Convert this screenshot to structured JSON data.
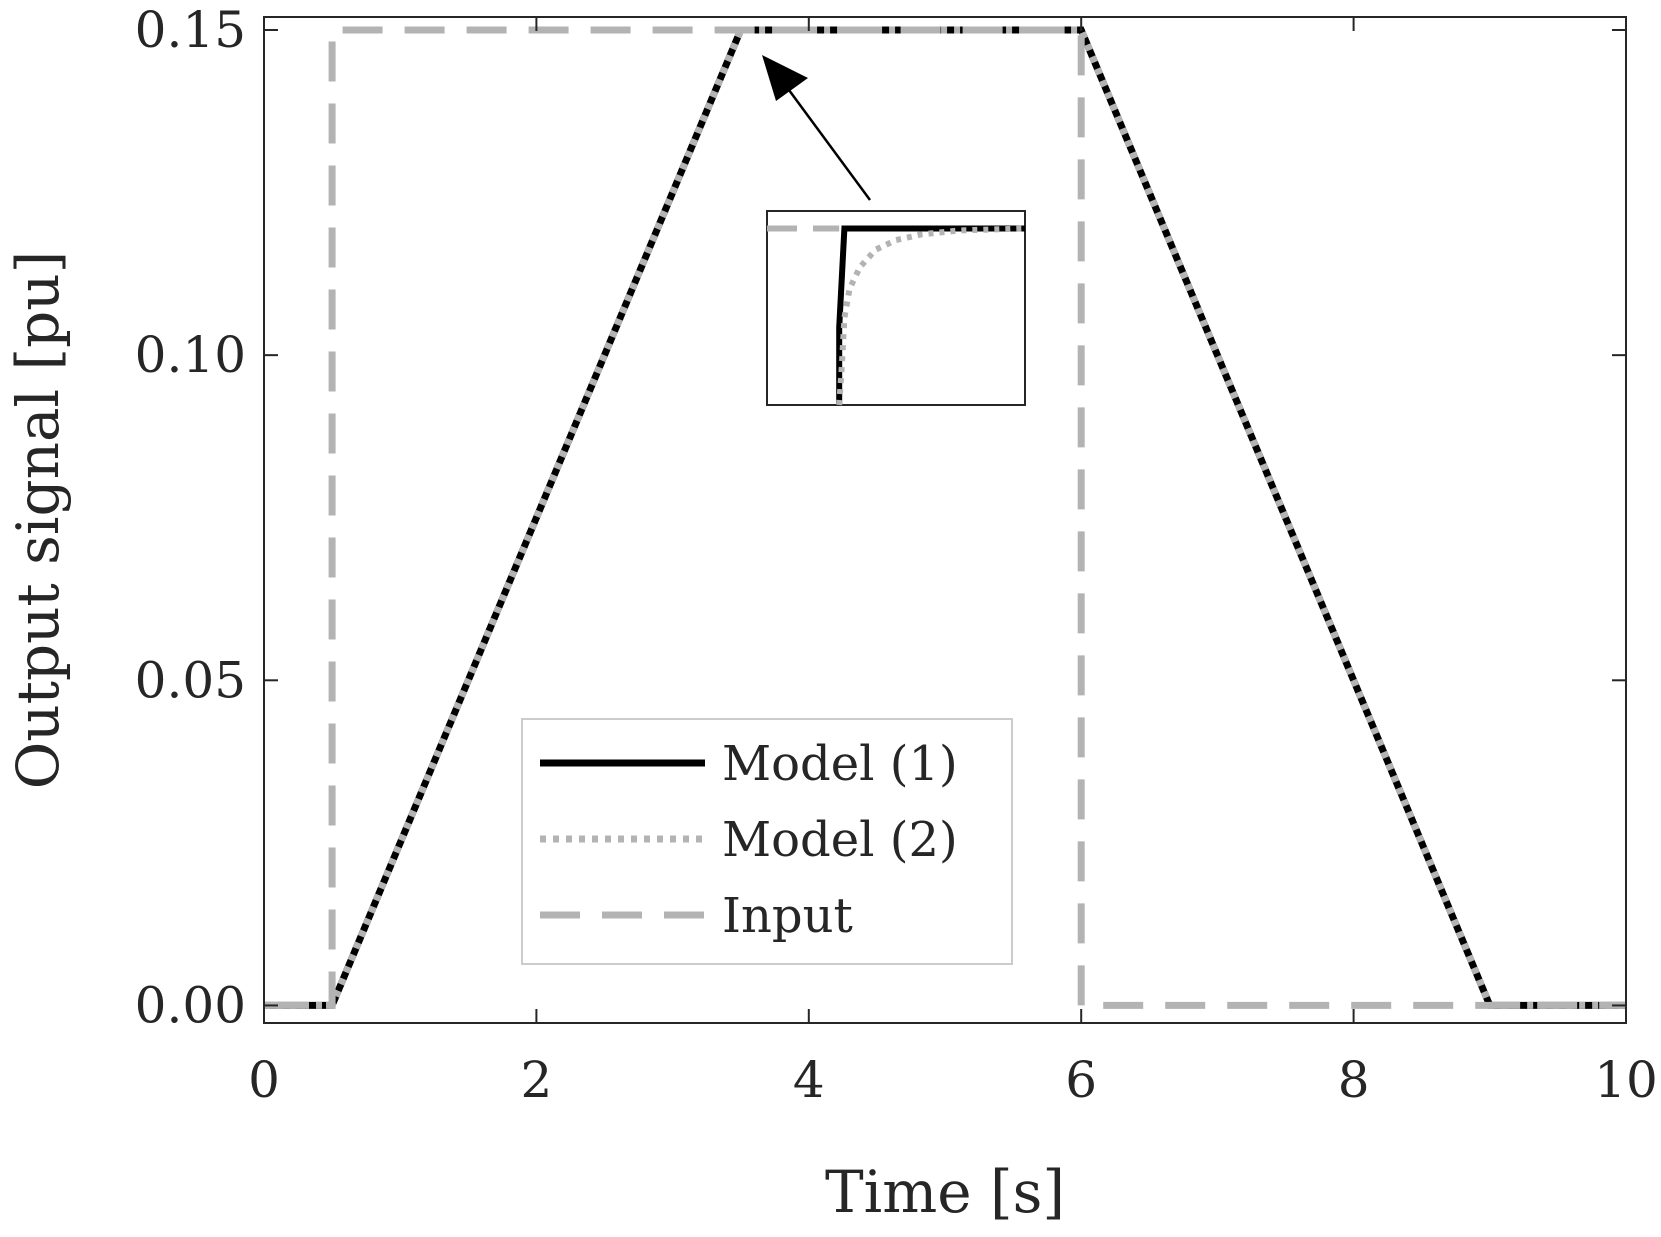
{
  "chart_data": {
    "type": "line",
    "xlabel": "Time [s]",
    "ylabel": "Output signal [pu]",
    "xlim": [
      0,
      10
    ],
    "ylim": [
      -0.0027,
      0.152
    ],
    "x_ticks": [
      0,
      2,
      4,
      6,
      8,
      10
    ],
    "x_tick_labels": [
      "0",
      "2",
      "4",
      "6",
      "8",
      "10"
    ],
    "y_ticks": [
      0.0,
      0.05,
      0.1,
      0.15
    ],
    "y_tick_labels": [
      "0.00",
      "0.05",
      "0.10",
      "0.15"
    ],
    "grid": false,
    "legend_position": "bottom-center",
    "series": [
      {
        "name": "Model (1)",
        "color": "#000000",
        "style": "solid",
        "x": [
          0,
          0.5,
          3.5,
          6.0,
          9.0,
          10
        ],
        "y": [
          0,
          0,
          0.15,
          0.15,
          0,
          0
        ]
      },
      {
        "name": "Model (2)",
        "color": "#b3b3b3",
        "style": "dotted",
        "x": [
          0,
          0.5,
          3.5,
          6.0,
          9.0,
          10
        ],
        "y": [
          0,
          0,
          0.15,
          0.15,
          0,
          0
        ]
      },
      {
        "name": "Input",
        "color": "#b3b3b3",
        "style": "dashed",
        "x": [
          0,
          0.5,
          0.5,
          6.0,
          6.0,
          10
        ],
        "y": [
          0,
          0,
          0.15,
          0.15,
          0,
          0
        ]
      }
    ],
    "annotations": [
      {
        "type": "arrow",
        "description": "zoom arrow from inset toward the corner at t=3.5 s",
        "target": [
          3.5,
          0.15
        ]
      }
    ],
    "inset": {
      "description": "zoomed view of the corner at t = 3.5 s, y = 0.15",
      "series": [
        {
          "name": "Model (1)",
          "points": [
            [
              0.28,
              1.0
            ],
            [
              0.28,
              0.6
            ],
            [
              0.3,
              0.09
            ],
            [
              1.0,
              0.09
            ]
          ]
        },
        {
          "name": "Model (2)",
          "points": [
            [
              0.28,
              1.0
            ],
            [
              0.29,
              0.8
            ],
            [
              0.3,
              0.55
            ],
            [
              0.32,
              0.4
            ],
            [
              0.36,
              0.29
            ],
            [
              0.42,
              0.2
            ],
            [
              0.5,
              0.15
            ],
            [
              0.6,
              0.12
            ],
            [
              0.75,
              0.1
            ],
            [
              1.0,
              0.09
            ]
          ]
        },
        {
          "name": "Input",
          "points": [
            [
              0.0,
              0.09
            ],
            [
              0.28,
              0.09
            ]
          ]
        }
      ]
    }
  }
}
